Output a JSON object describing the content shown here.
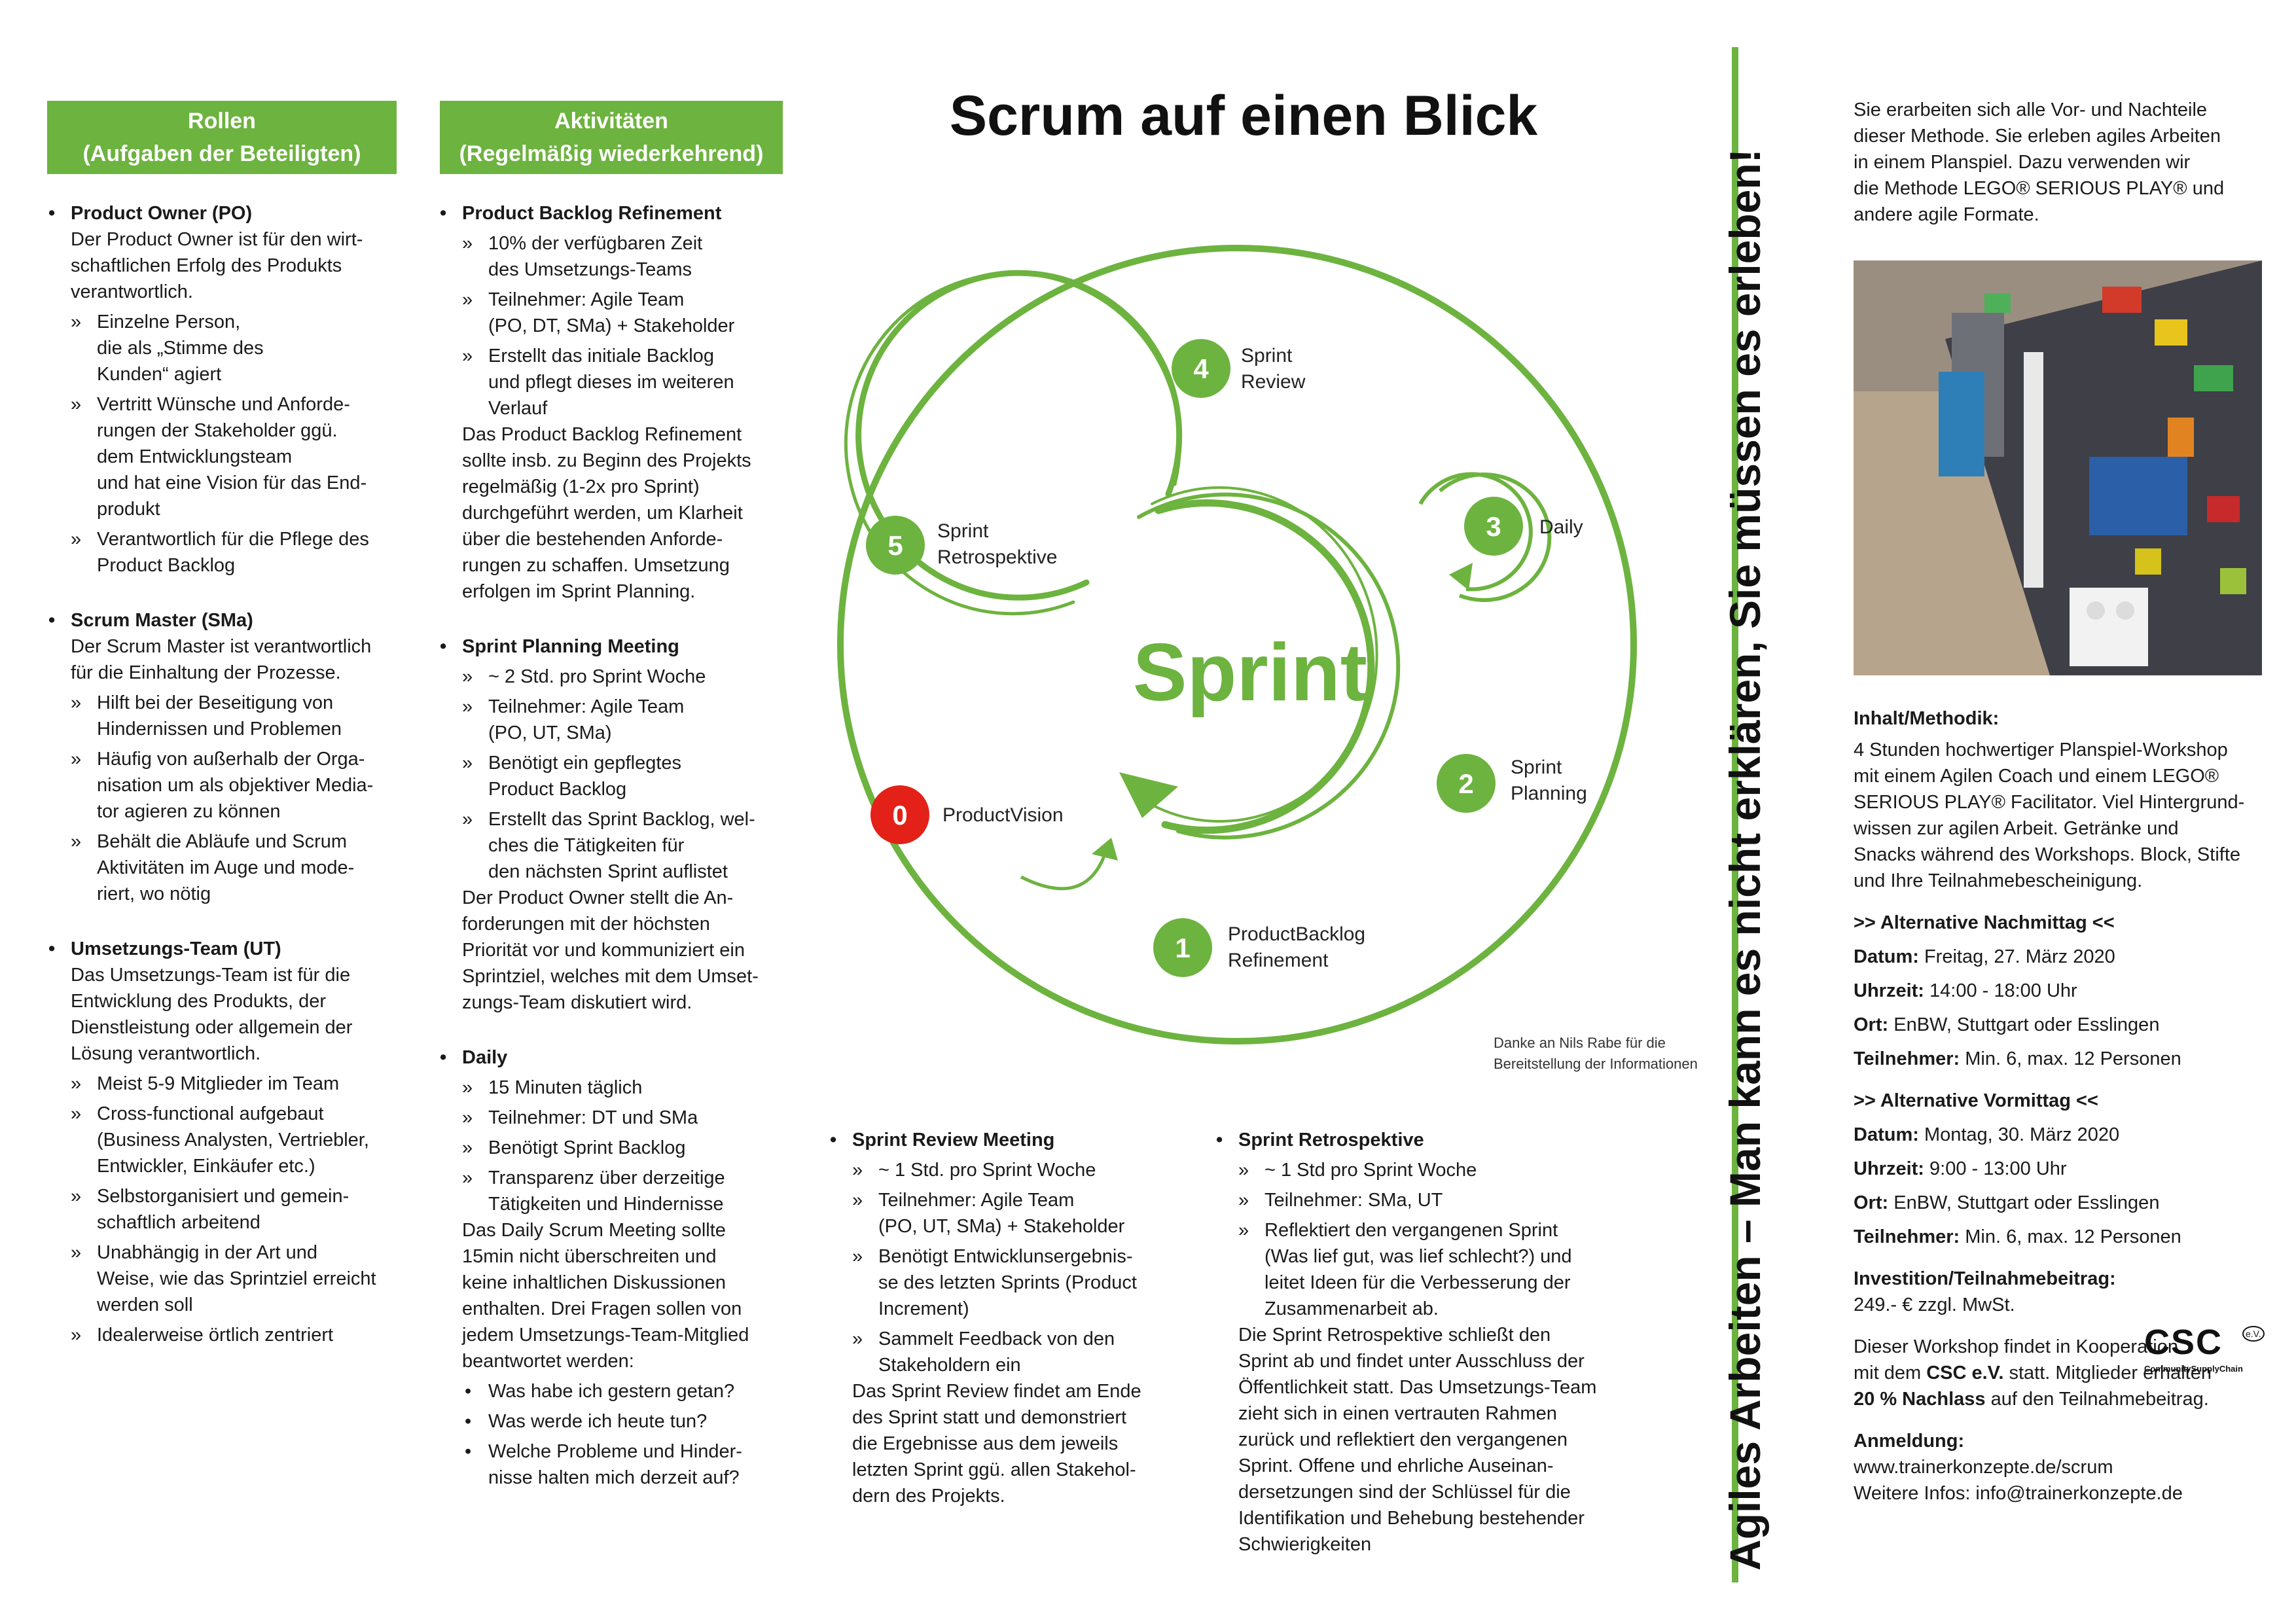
{
  "title": "Scrum auf einen Blick",
  "headers": {
    "roles": [
      "Rollen",
      "(Aufgaben der Beteiligten)"
    ],
    "activities": [
      "Aktivitäten",
      "(Regelmäßig wiederkehrend)"
    ]
  },
  "roles": {
    "po": {
      "title": "Product Owner (PO)",
      "text": [
        "Der Product Owner ist für den wirt-",
        "schaftlichen Erfolg des Produkts",
        "verantwortlich."
      ],
      "items": [
        [
          "Einzelne Person,",
          "die als „Stimme des",
          "Kunden“ agiert"
        ],
        [
          "Vertritt Wünsche und Anforde-",
          "rungen der Stakeholder ggü.",
          "dem Entwicklungsteam",
          "und hat eine Vision für das End-",
          "produkt"
        ],
        [
          "Verantwortlich für die Pflege des",
          "Product Backlog"
        ]
      ]
    },
    "sm": {
      "title": "Scrum Master (SMa)",
      "text": [
        "Der Scrum Master ist verantwortlich",
        "für die Einhaltung der Prozesse."
      ],
      "items": [
        [
          "Hilft bei der Beseitigung von",
          "Hindernissen und Problemen"
        ],
        [
          "Häufig von außerhalb der Orga-",
          "nisation um als objektiver Media-",
          "tor agieren zu können"
        ],
        [
          "Behält die Abläufe und Scrum",
          "Aktivitäten im Auge und mode-",
          "riert, wo nötig"
        ]
      ]
    },
    "ut": {
      "title": "Umsetzungs-Team (UT)",
      "text": [
        "Das Umsetzungs-Team ist für die",
        "Entwicklung des Produkts, der",
        "Dienstleistung oder allgemein der",
        "Lösung verantwortlich."
      ],
      "items": [
        [
          "Meist 5-9 Mitglieder im Team"
        ],
        [
          "Cross-functional aufgebaut",
          "(Business Analysten, Vertriebler,",
          "Entwickler, Einkäufer etc.)"
        ],
        [
          "Selbstorganisiert und gemein-",
          "schaftlich arbeitend"
        ],
        [
          "Unabhängig in der Art und",
          "Weise, wie das Sprintziel erreicht",
          "werden soll"
        ],
        [
          "Idealerweise örtlich zentriert"
        ]
      ]
    }
  },
  "activities": {
    "pbr": {
      "title": "Product Backlog Refinement",
      "items": [
        [
          "10% der verfügbaren Zeit",
          "des Umsetzungs-Teams"
        ],
        [
          "Teilnehmer: Agile Team",
          "(PO, DT, SMa) + Stakeholder"
        ],
        [
          "Erstellt das initiale Backlog",
          "und pflegt dieses im weiteren",
          "Verlauf"
        ]
      ],
      "text": [
        "Das Product Backlog Refinement",
        "sollte insb. zu Beginn des Projekts",
        "regelmäßig (1-2x pro Sprint)",
        "durchgeführt werden, um Klarheit",
        "über die bestehenden Anforde-",
        "rungen zu schaffen. Umsetzung",
        "erfolgen im Sprint Planning."
      ]
    },
    "spm": {
      "title": "Sprint Planning Meeting",
      "items": [
        [
          "~ 2 Std. pro Sprint Woche"
        ],
        [
          "Teilnehmer: Agile Team",
          "(PO, UT, SMa)"
        ],
        [
          "Benötigt ein gepflegtes",
          "Product Backlog"
        ],
        [
          "Erstellt das Sprint Backlog, wel-",
          "ches die Tätigkeiten für",
          "den nächsten Sprint auflistet"
        ]
      ],
      "text": [
        "Der Product Owner stellt die An-",
        "forderungen mit der höchsten",
        "Priorität vor und kommuniziert ein",
        "Sprintziel, welches mit dem Umset-",
        "zungs-Team diskutiert wird."
      ]
    },
    "daily": {
      "title": "Daily",
      "items": [
        [
          "15 Minuten täglich"
        ],
        [
          "Teilnehmer: DT und SMa"
        ],
        [
          "Benötigt Sprint Backlog"
        ],
        [
          "Transparenz über derzeitige",
          "Tätigkeiten und Hindernisse"
        ]
      ],
      "text": [
        "Das Daily Scrum Meeting sollte",
        "15min nicht überschreiten und",
        "keine inhaltlichen Diskussionen",
        "enthalten. Drei Fragen sollen von",
        "jedem Umsetzungs-Team-Mitglied",
        "beantwortet werden:"
      ],
      "questions": [
        [
          "Was habe ich gestern getan?"
        ],
        [
          "Was werde ich heute tun?"
        ],
        [
          "Welche Probleme und Hinder-",
          "nisse halten mich derzeit auf?"
        ]
      ]
    },
    "review": {
      "title": "Sprint Review Meeting",
      "items": [
        [
          "~ 1 Std. pro Sprint Woche"
        ],
        [
          "Teilnehmer: Agile Team",
          "(PO, UT, SMa) + Stakeholder"
        ],
        [
          "Benötigt Entwicklunsergebnis-",
          "se des letzten Sprints (Product",
          "Increment)"
        ],
        [
          "Sammelt Feedback von den",
          "Stakeholdern ein"
        ]
      ],
      "text": [
        "Das Sprint Review findet am Ende",
        "des Sprint statt und demonstriert",
        "die Ergebnisse aus dem jeweils",
        "letzten Sprint ggü. allen Stakehol-",
        "dern des Projekts."
      ]
    },
    "retro": {
      "title": "Sprint Retrospektive",
      "items": [
        [
          "~ 1 Std pro Sprint Woche"
        ],
        [
          "Teilnehmer: SMa, UT"
        ],
        [
          "Reflektiert den vergangenen Sprint",
          "(Was lief gut, was lief schlecht?) und",
          "leitet Ideen für die Verbesserung der",
          "Zusammenarbeit ab."
        ]
      ],
      "text": [
        "Die Sprint Retrospektive schließt den",
        "Sprint ab und findet unter Ausschluss der",
        "Öffentlichkeit statt. Das Umsetzungs-Team",
        "zieht sich in einen vertrauten Rahmen",
        "zurück und reflektiert den vergangenen",
        "Sprint. Offene und ehrliche Auseinan-",
        "dersetzungen sind der Schlüssel für die",
        "Identifikation und Behebung bestehender",
        "Schwierigkeiten"
      ]
    }
  },
  "diagram": {
    "center": "Sprint",
    "steps": [
      {
        "num": "0",
        "label": [
          "ProductVision"
        ]
      },
      {
        "num": "1",
        "label": [
          "ProductBacklog",
          "Refinement"
        ]
      },
      {
        "num": "2",
        "label": [
          "Sprint",
          "Planning"
        ]
      },
      {
        "num": "3",
        "label": [
          "Daily"
        ]
      },
      {
        "num": "4",
        "label": [
          "Sprint",
          "Review"
        ]
      },
      {
        "num": "5",
        "label": [
          "Sprint",
          "Retrospektive"
        ]
      }
    ],
    "credit": [
      "Danke an Nils Rabe für die",
      "Bereitstellung der Informationen"
    ],
    "colors": {
      "green": "#6db33f",
      "red": "#e32119"
    }
  },
  "vertical_slogan": "Agiles Arbeiten – Man kann es nicht erklären, Sie müssen es erleben!",
  "right": {
    "intro": [
      "Sie erarbeiten sich alle Vor- und Nachteile",
      "dieser Methode. Sie erleben agiles Arbeiten",
      "in einem Planspiel. Dazu verwenden wir",
      "die Methode LEGO® SERIOUS PLAY® und",
      "andere agile Formate."
    ],
    "content_title": "Inhalt/Methodik:",
    "content": [
      "4 Stunden hochwertiger Planspiel-Workshop",
      "mit einem Agilen Coach  und einem LEGO®",
      "SERIOUS PLAY® Facilitator. Viel Hintergrund-",
      "wissen zur agilen Arbeit. Getränke und",
      "Snacks während des Workshops. Block, Stifte",
      "und Ihre Teilnahmebescheinigung."
    ],
    "alt1": {
      "title": ">> Alternative Nachmittag <<",
      "rows": [
        {
          "k": "Datum:",
          "v": " Freitag, 27. März 2020"
        },
        {
          "k": "Uhrzeit:",
          "v": " 14:00 - 18:00 Uhr"
        },
        {
          "k": "Ort:",
          "v": " EnBW, Stuttgart oder Esslingen"
        },
        {
          "k": "Teilnehmer:",
          "v": " Min. 6, max. 12 Personen"
        }
      ]
    },
    "alt2": {
      "title": ">> Alternative Vormittag <<",
      "rows": [
        {
          "k": "Datum:",
          "v": " Montag, 30. März 2020"
        },
        {
          "k": "Uhrzeit:",
          "v": " 9:00 - 13:00 Uhr"
        },
        {
          "k": "Ort:",
          "v": " EnBW, Stuttgart oder Esslingen"
        },
        {
          "k": "Teilnehmer:",
          "v": " Min. 6, max. 12 Personen"
        }
      ]
    },
    "price_title": "Investition/Teilnahmebeitrag:",
    "price": "249.- € zzgl. MwSt.",
    "coop": [
      "Dieser Workshop findet in Kooperation",
      "mit dem ",
      "CSC e.V.",
      " statt. Mitglieder erhalten",
      "20 % Nachlass",
      " auf den Teilnahmebeitrag."
    ],
    "signup_title": "Anmeldung:",
    "signup": [
      "www.trainerkonzepte.de/scrum",
      "Weitere Infos: info@trainerkonzepte.de"
    ],
    "logo": {
      "main": "CSC",
      "ev": "e.V.",
      "sub": "CommunitySupplyChain"
    }
  }
}
